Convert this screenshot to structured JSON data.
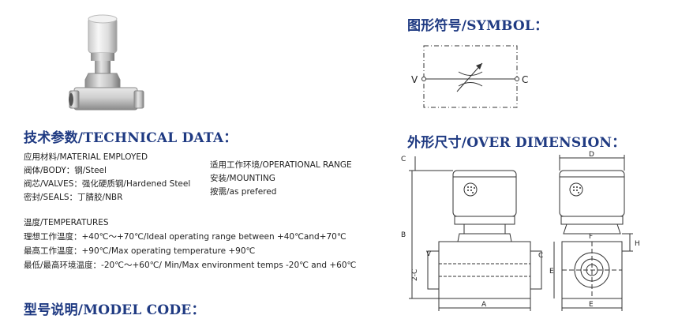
{
  "headings": {
    "symbol": "图形符号/SYMBOL：",
    "technical": "技术参数/TECHNICAL DATA：",
    "dimension": "外形尺寸/OVER DIMENSION：",
    "model": "型号说明/MODEL CODE："
  },
  "specs_left": [
    "应用材料/MATERIAL EMPLOYED",
    "阀体/BODY：钢/Steel",
    "阀芯/VALVES：强化硬质钢/Hardened Steel",
    "密封/SEALS：丁腈胶/NBR"
  ],
  "specs_right": [
    "适用工作环境/OPERATIONAL RANGE",
    "安装/MOUNTING",
    "按需/as prefered"
  ],
  "temps": [
    "温度/TEMPERATURES",
    "理想工作温度：+40℃～+70℃/Ideal operating range between +40℃and+70℃",
    "最高工作温度：+90℃/Max operating temperature +90℃",
    "最低/最高环境温度：-20℃～+60℃/ Min/Max environment temps -20℃ and +60℃"
  ],
  "symbol": {
    "port_left": "V",
    "port_right": "C"
  },
  "dimension_labels": {
    "c": "C",
    "b": "B",
    "two_c": "2-C",
    "v": "V",
    "port_c": "C",
    "a": "A",
    "d": "D",
    "f": "F",
    "h": "H",
    "e_side": "E",
    "e_bottom": "E"
  },
  "colors": {
    "heading": "#1f3a82",
    "line": "#333333"
  }
}
